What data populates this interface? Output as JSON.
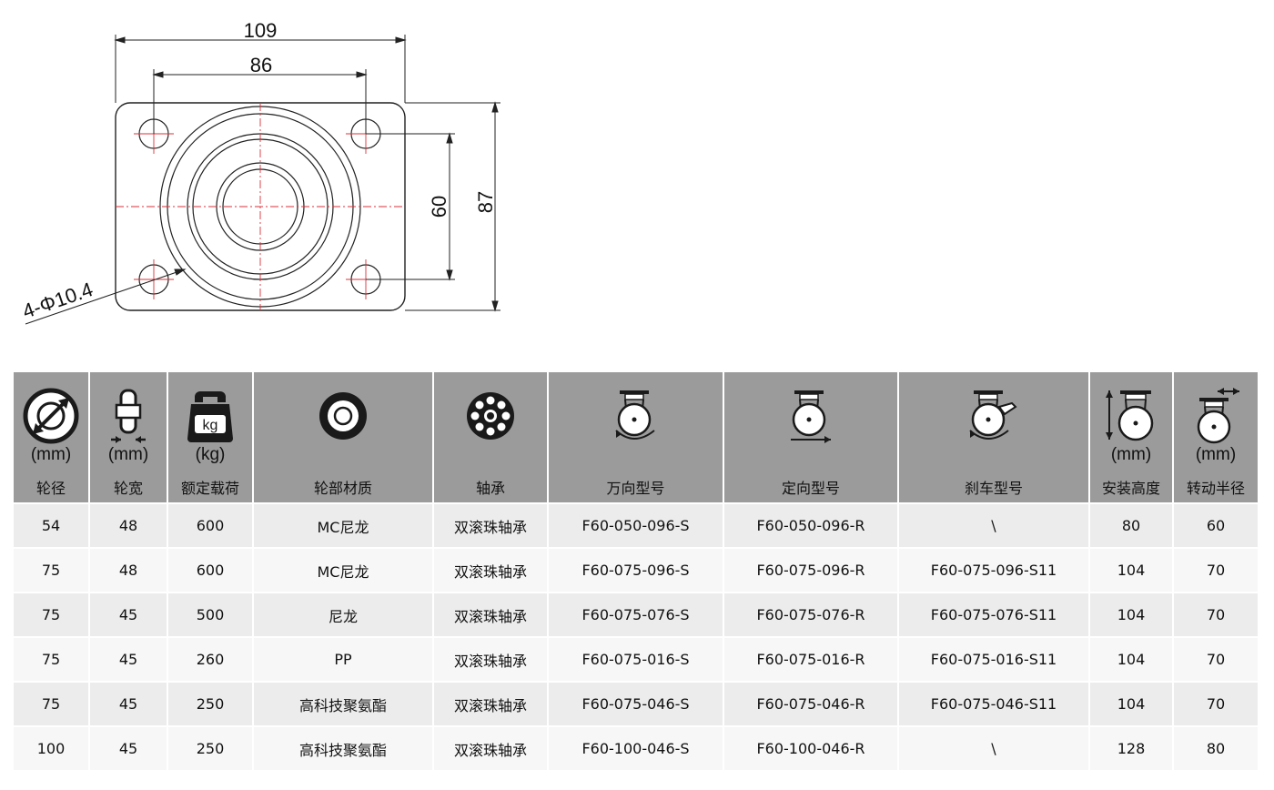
{
  "drawing": {
    "dim_total_width": "109",
    "dim_hole_spacing_x": "86",
    "dim_hole_spacing_y": "60",
    "dim_total_height": "87",
    "dim_holes": "4-Φ10.4"
  },
  "table": {
    "headers": [
      {
        "unit": "(mm)",
        "label": "轮径",
        "icon": "wheel-diameter-icon"
      },
      {
        "unit": "(mm)",
        "label": "轮宽",
        "icon": "wheel-width-icon"
      },
      {
        "unit": "(kg)",
        "label": "额定载荷",
        "icon": "weight-kg-icon",
        "icon_text": "kg"
      },
      {
        "unit": "",
        "label": "轮部材质",
        "icon": "wheel-material-icon"
      },
      {
        "unit": "",
        "label": "轴承",
        "icon": "ball-bearing-icon"
      },
      {
        "unit": "",
        "label": "万向型号",
        "icon": "swivel-caster-icon"
      },
      {
        "unit": "",
        "label": "定向型号",
        "icon": "rigid-caster-icon"
      },
      {
        "unit": "",
        "label": "刹车型号",
        "icon": "brake-caster-icon"
      },
      {
        "unit": "(mm)",
        "label": "安装高度",
        "icon": "mounting-height-icon"
      },
      {
        "unit": "(mm)",
        "label": "转动半径",
        "icon": "swivel-radius-icon"
      }
    ],
    "rows": [
      [
        "54",
        "48",
        "600",
        "MC尼龙",
        "双滚珠轴承",
        "F60-050-096-S",
        "F60-050-096-R",
        "\\",
        "80",
        "60"
      ],
      [
        "75",
        "48",
        "600",
        "MC尼龙",
        "双滚珠轴承",
        "F60-075-096-S",
        "F60-075-096-R",
        "F60-075-096-S11",
        "104",
        "70"
      ],
      [
        "75",
        "45",
        "500",
        "尼龙",
        "双滚珠轴承",
        "F60-075-076-S",
        "F60-075-076-R",
        "F60-075-076-S11",
        "104",
        "70"
      ],
      [
        "75",
        "45",
        "260",
        "PP",
        "双滚珠轴承",
        "F60-075-016-S",
        "F60-075-016-R",
        "F60-075-016-S11",
        "104",
        "70"
      ],
      [
        "75",
        "45",
        "250",
        "高科技聚氨酯",
        "双滚珠轴承",
        "F60-075-046-S",
        "F60-075-046-R",
        "F60-075-046-S11",
        "104",
        "70"
      ],
      [
        "100",
        "45",
        "250",
        "高科技聚氨酯",
        "双滚珠轴承",
        "F60-100-046-S",
        "F60-100-046-R",
        "\\",
        "128",
        "80"
      ]
    ]
  }
}
